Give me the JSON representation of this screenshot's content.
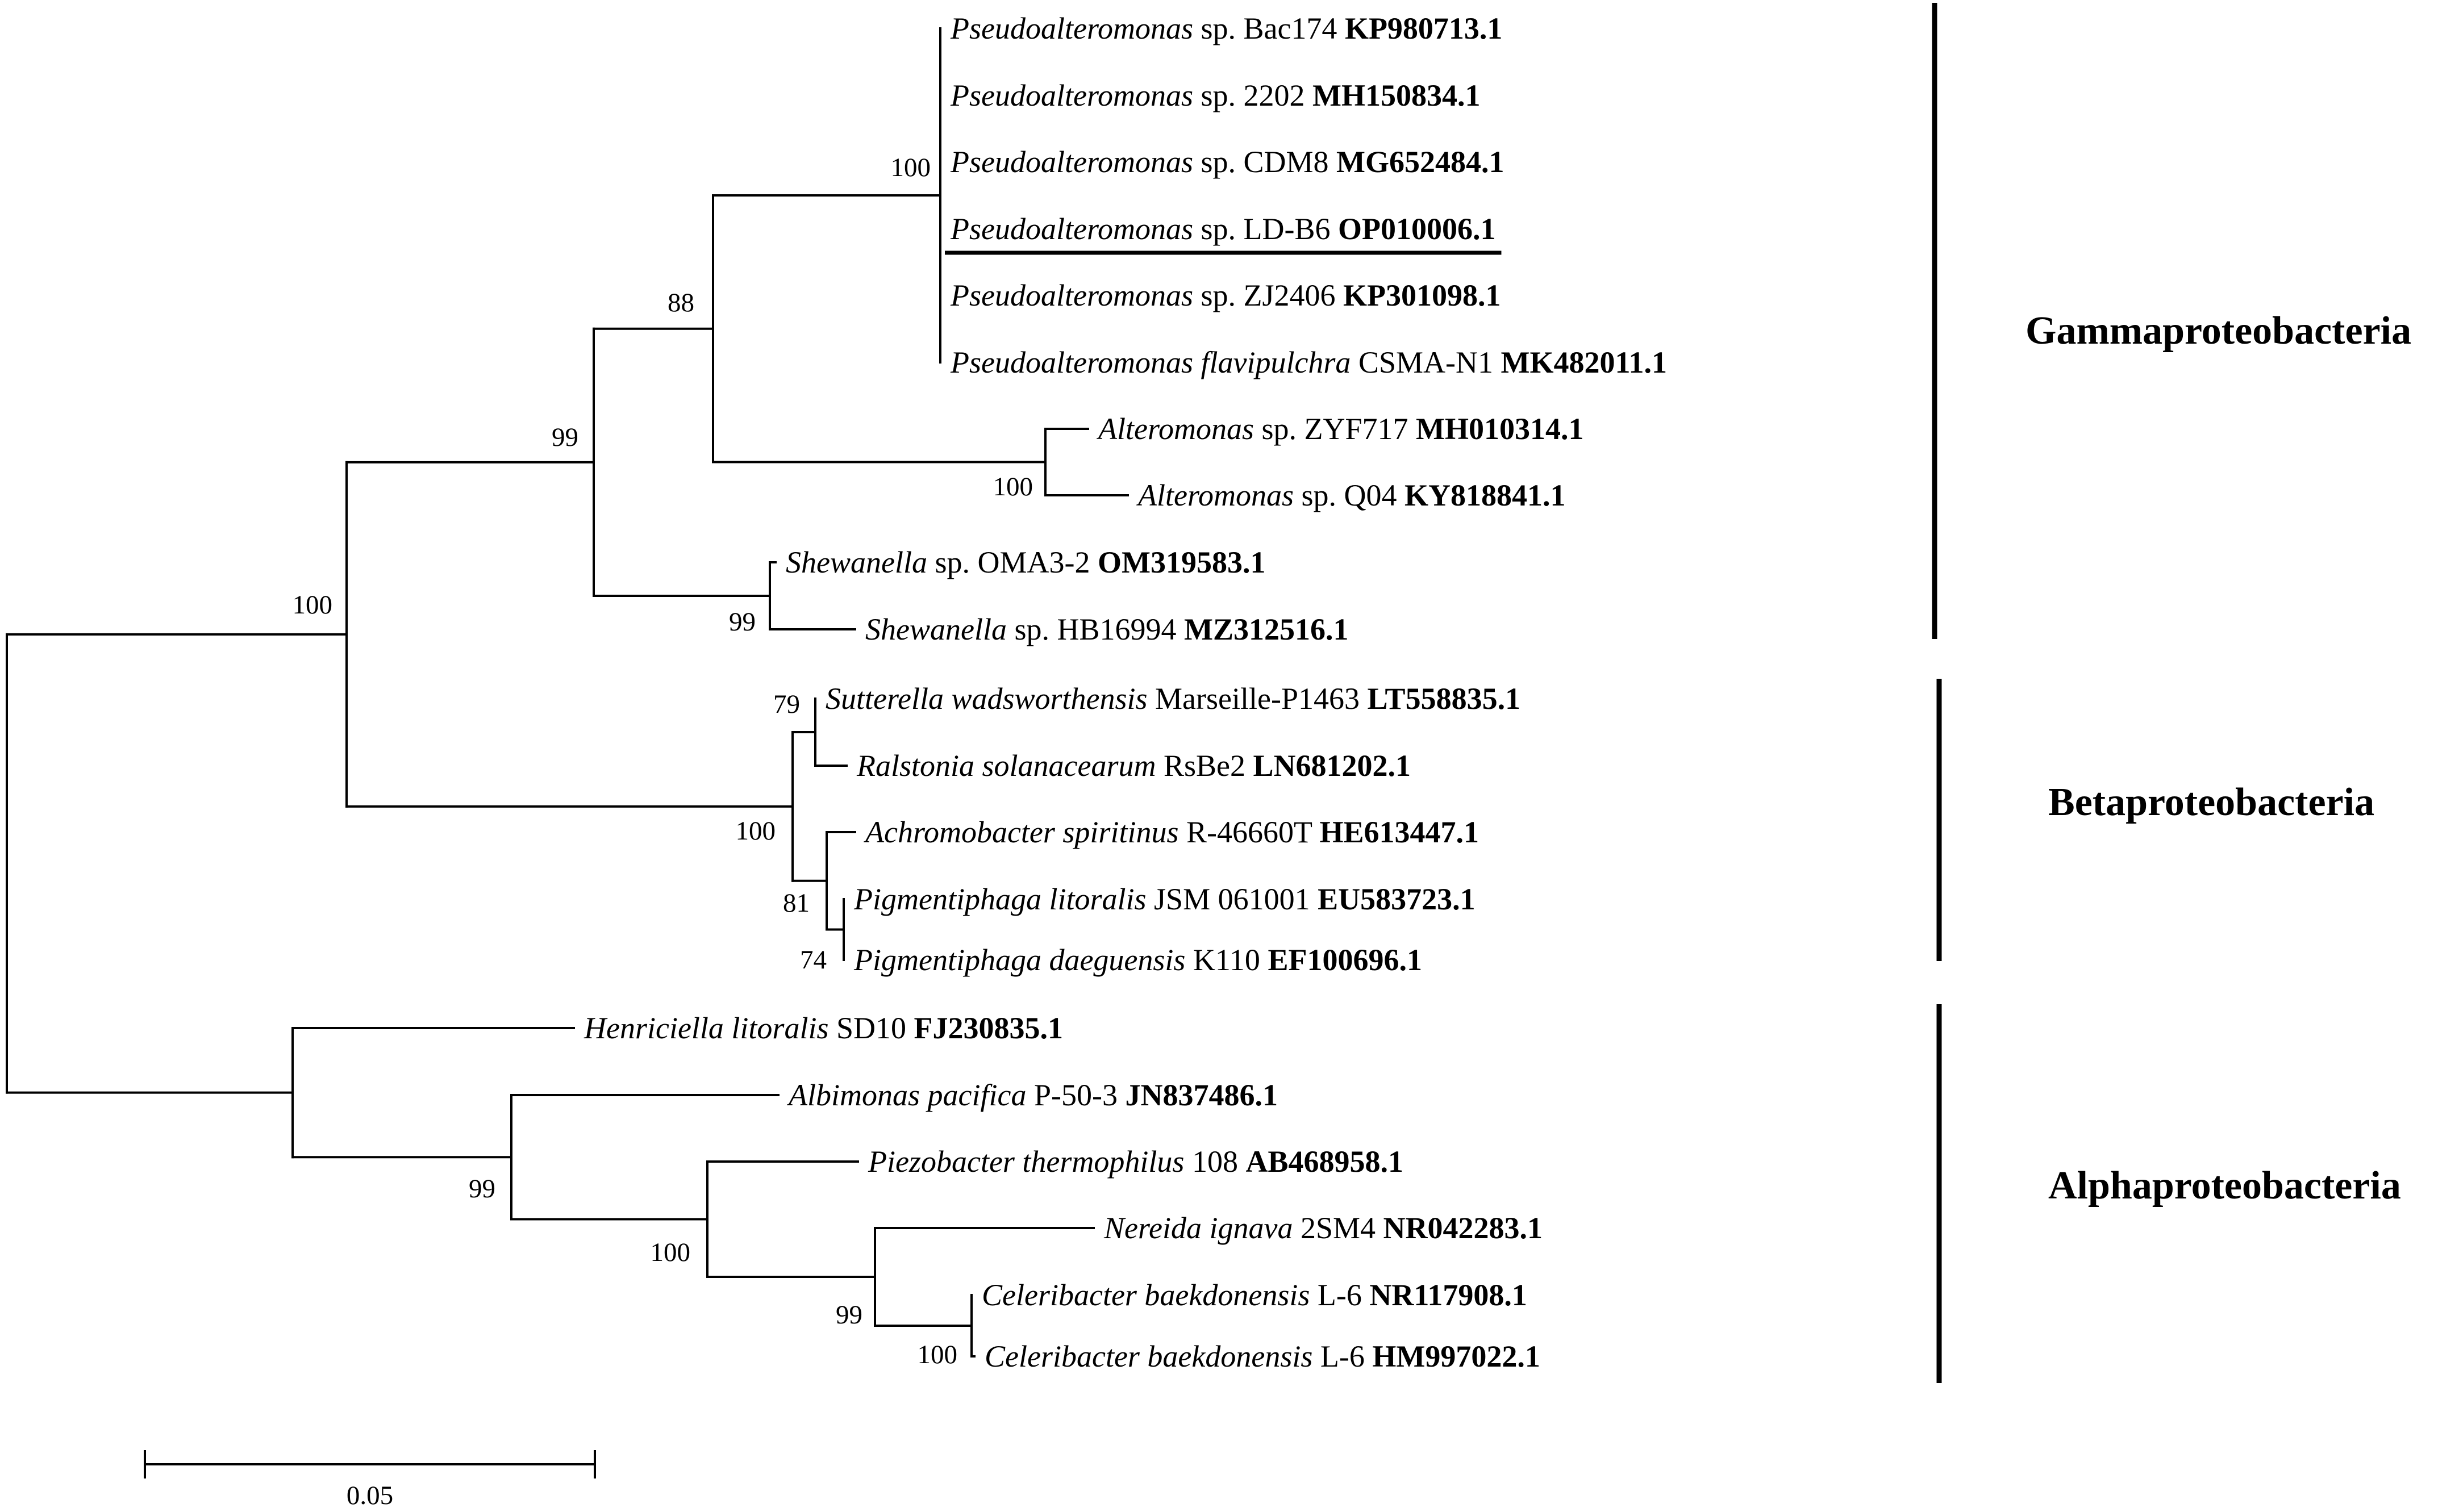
{
  "taxa": [
    {
      "id": "t1",
      "genus_species": "Pseudoalteromonas",
      "rest": " sp. Bac174 ",
      "accession": "KP980713.1"
    },
    {
      "id": "t2",
      "genus_species": "Pseudoalteromonas",
      "rest": " sp. 2202 ",
      "accession": "MH150834.1"
    },
    {
      "id": "t3",
      "genus_species": "Pseudoalteromonas",
      "rest": " sp. CDM8 ",
      "accession": "MG652484.1"
    },
    {
      "id": "t4",
      "genus_species": "Pseudoalteromonas",
      "rest": " sp. LD-B6 ",
      "accession": "OP010006.1",
      "underlined": true
    },
    {
      "id": "t5",
      "genus_species": "Pseudoalteromonas",
      "rest": " sp. ZJ2406 ",
      "accession": "KP301098.1"
    },
    {
      "id": "t6",
      "genus_species": "Pseudoalteromonas flavipulchra",
      "rest": " CSMA-N1 ",
      "accession": "MK482011.1"
    },
    {
      "id": "t7",
      "genus_species": "Alteromonas",
      "rest": " sp. ZYF717 ",
      "accession": "MH010314.1"
    },
    {
      "id": "t8",
      "genus_species": "Alteromonas",
      "rest": " sp. Q04 ",
      "accession": "KY818841.1"
    },
    {
      "id": "t9",
      "genus_species": "Shewanella",
      "rest": " sp. OMA3-2 ",
      "accession": "OM319583.1"
    },
    {
      "id": "t10",
      "genus_species": "Shewanella",
      "rest": " sp. HB16994 ",
      "accession": "MZ312516.1"
    },
    {
      "id": "t11",
      "genus_species": "Sutterella wadsworthensis",
      "rest": " Marseille-P1463 ",
      "accession": "LT558835.1"
    },
    {
      "id": "t12",
      "genus_species": "Ralstonia solanacearum",
      "rest": " RsBe2 ",
      "accession": "LN681202.1"
    },
    {
      "id": "t13",
      "genus_species": "Achromobacter spiritinus",
      "rest": " R-46660T ",
      "accession": "HE613447.1"
    },
    {
      "id": "t14",
      "genus_species": "Pigmentiphaga litoralis",
      "rest": " JSM 061001 ",
      "accession": "EU583723.1"
    },
    {
      "id": "t15",
      "genus_species": "Pigmentiphaga daeguensis",
      "rest": " K110 ",
      "accession": "EF100696.1"
    },
    {
      "id": "t16",
      "genus_species": "Henriciella litoralis",
      "rest": " SD10 ",
      "accession": "FJ230835.1"
    },
    {
      "id": "t17",
      "genus_species": "Albimonas pacifica",
      "rest": " P-50-3 ",
      "accession": "JN837486.1"
    },
    {
      "id": "t18",
      "genus_species": "Piezobacter thermophilus",
      "rest": " 108 ",
      "accession": "AB468958.1"
    },
    {
      "id": "t19",
      "genus_species": "Nereida ignava",
      "rest": " 2SM4 ",
      "accession": "NR042283.1"
    },
    {
      "id": "t20",
      "genus_species": "Celeribacter baekdonensis",
      "rest": " L-6 ",
      "accession": "NR117908.1"
    },
    {
      "id": "t21",
      "genus_species": "Celeribacter baekdonensis",
      "rest": " L-6 ",
      "accession": "HM997022.1"
    }
  ],
  "bootstrap": [
    {
      "id": "b_pseudo",
      "value": "100"
    },
    {
      "id": "b_altpseudo",
      "value": "88"
    },
    {
      "id": "b_gamma",
      "value": "99"
    },
    {
      "id": "b_altero",
      "value": "100"
    },
    {
      "id": "b_shew",
      "value": "99"
    },
    {
      "id": "b_gb",
      "value": "100"
    },
    {
      "id": "b_sut",
      "value": "79"
    },
    {
      "id": "b_beta",
      "value": "100"
    },
    {
      "id": "b_achro",
      "value": "81"
    },
    {
      "id": "b_pig",
      "value": "74"
    },
    {
      "id": "b_alpha2",
      "value": "99"
    },
    {
      "id": "b_pie",
      "value": "100"
    },
    {
      "id": "b_ner",
      "value": "99"
    },
    {
      "id": "b_cel",
      "value": "100"
    }
  ],
  "clades": [
    {
      "id": "gamma",
      "label": "Gammaproteobacteria"
    },
    {
      "id": "beta",
      "label": "Betaproteobacteria"
    },
    {
      "id": "alpha",
      "label": "Alphaproteobacteria"
    }
  ],
  "scale_bar": {
    "label": "0.05"
  }
}
